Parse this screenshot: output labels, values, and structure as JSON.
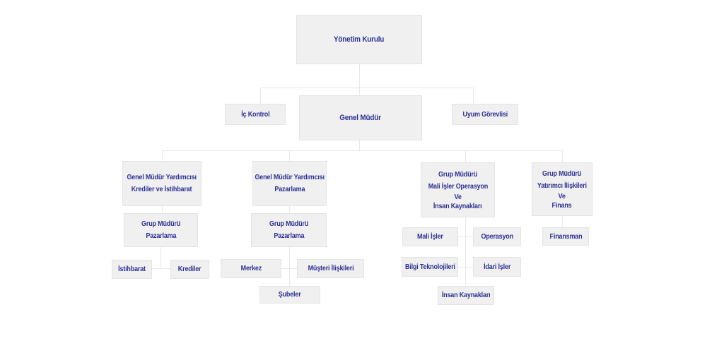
{
  "diagram_type": "org-chart",
  "colors": {
    "text": "#2e3192",
    "box_bg": "#f0f0f0",
    "box_border": "#e4e4e4",
    "connector_line": "#e8e8e8",
    "page_bg": "#ffffff"
  },
  "org": {
    "nodes": {
      "yonetim_kurulu": {
        "lines": [
          "Yönetim Kurulu"
        ]
      },
      "ic_kontrol": {
        "lines": [
          "İç Kontrol"
        ]
      },
      "genel_mudur": {
        "lines": [
          "Genel Müdür"
        ]
      },
      "uyum_gorevlisi": {
        "lines": [
          "Uyum Görevlisi"
        ]
      },
      "gmy_krediler": {
        "lines": [
          "Genel Müdür Yardımcısı",
          "Krediler ve İstihbarat"
        ]
      },
      "gmy_pazarlama": {
        "lines": [
          "Genel Müdür Yardımcısı",
          "Pazarlama"
        ]
      },
      "gm_mali": {
        "lines": [
          "Grup Müdürü",
          "Mali İşler Operasyon",
          "Ve",
          "İnsan Kaynakları"
        ]
      },
      "gm_yatirimci": {
        "lines": [
          "Grup Müdürü",
          "Yatırımcı İlişkileri",
          "Ve",
          "Finans"
        ]
      },
      "grup_pazarlama_sol": {
        "lines": [
          "Grup Müdürü",
          "Pazarlama"
        ]
      },
      "grup_pazarlama_orta": {
        "lines": [
          "Grup Müdürü",
          "Pazarlama"
        ]
      },
      "mali_isler": {
        "lines": [
          "Mali İşler"
        ]
      },
      "operasyon": {
        "lines": [
          "Operasyon"
        ]
      },
      "finansman": {
        "lines": [
          "Finansman"
        ]
      },
      "istihbarat": {
        "lines": [
          "İstihbarat"
        ]
      },
      "krediler": {
        "lines": [
          "Krediler"
        ]
      },
      "merkez": {
        "lines": [
          "Merkez"
        ]
      },
      "musteri_iliskileri": {
        "lines": [
          "Müşteri İlişkileri"
        ]
      },
      "bilgi_teknolojileri": {
        "lines": [
          "Bilgi Teknolojileri"
        ]
      },
      "idari_isler": {
        "lines": [
          "İdari İşler"
        ]
      },
      "subeler": {
        "lines": [
          "Şubeler"
        ]
      },
      "insan_kaynaklari": {
        "lines": [
          "İnsan Kaynakları"
        ]
      }
    },
    "edges": [
      [
        "yonetim_kurulu",
        "ic_kontrol"
      ],
      [
        "yonetim_kurulu",
        "genel_mudur"
      ],
      [
        "yonetim_kurulu",
        "uyum_gorevlisi"
      ],
      [
        "genel_mudur",
        "gmy_krediler"
      ],
      [
        "genel_mudur",
        "gmy_pazarlama"
      ],
      [
        "genel_mudur",
        "gm_mali"
      ],
      [
        "genel_mudur",
        "gm_yatirimci"
      ],
      [
        "gmy_krediler",
        "grup_pazarlama_sol"
      ],
      [
        "grup_pazarlama_sol",
        "istihbarat"
      ],
      [
        "grup_pazarlama_sol",
        "krediler"
      ],
      [
        "gmy_pazarlama",
        "grup_pazarlama_orta"
      ],
      [
        "grup_pazarlama_orta",
        "merkez"
      ],
      [
        "grup_pazarlama_orta",
        "musteri_iliskileri"
      ],
      [
        "grup_pazarlama_orta",
        "subeler"
      ],
      [
        "gm_mali",
        "mali_isler"
      ],
      [
        "gm_mali",
        "operasyon"
      ],
      [
        "gm_mali",
        "bilgi_teknolojileri"
      ],
      [
        "gm_mali",
        "idari_isler"
      ],
      [
        "gm_mali",
        "insan_kaynaklari"
      ],
      [
        "gm_yatirimci",
        "finansman"
      ]
    ]
  }
}
